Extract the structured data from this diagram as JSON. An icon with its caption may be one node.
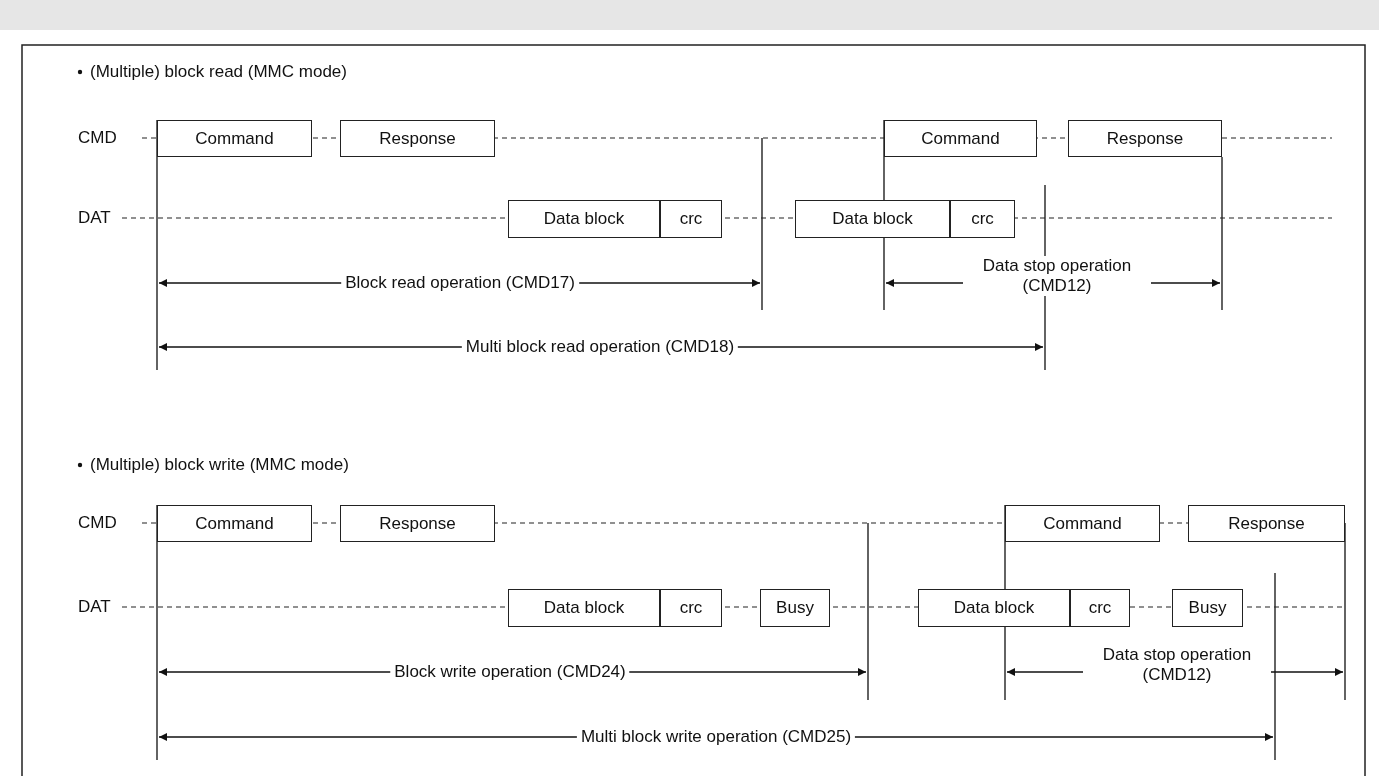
{
  "diagram": {
    "nodes": [
      {
        "text": [
          "Command"
        ]
      },
      {
        "text": [
          "Response"
        ]
      },
      {
        "text": [
          "Command"
        ]
      },
      {
        "text": [
          "Response"
        ]
      },
      {
        "text": [
          "Data block"
        ]
      },
      {
        "text": [
          "crc"
        ]
      },
      {
        "text": [
          "Data block"
        ]
      },
      {
        "text": [
          "crc"
        ]
      },
      {
        "text": [
          "Command"
        ]
      },
      {
        "text": [
          "Response"
        ]
      },
      {
        "text": [
          "Command"
        ]
      },
      {
        "text": [
          "Response"
        ]
      },
      {
        "text": [
          "Data block"
        ]
      },
      {
        "text": [
          "crc"
        ]
      },
      {
        "text": [
          "Busy"
        ]
      },
      {
        "text": [
          "Data block"
        ]
      },
      {
        "text": [
          "crc"
        ]
      },
      {
        "text": [
          "Busy"
        ]
      }
    ],
    "labels": [
      "(Multiple) block read (MMC mode)",
      "CMD",
      "DAT",
      "Block read operation (CMD17)",
      "Data stop operation (CMD12)",
      "Multi block read operation (CMD18)",
      "(Multiple) block write (MMC mode)",
      "CMD",
      "DAT",
      "Block write operation (CMD24)",
      "Data stop operation (CMD12)",
      "Multi block write operation (CMD25)"
    ]
  }
}
